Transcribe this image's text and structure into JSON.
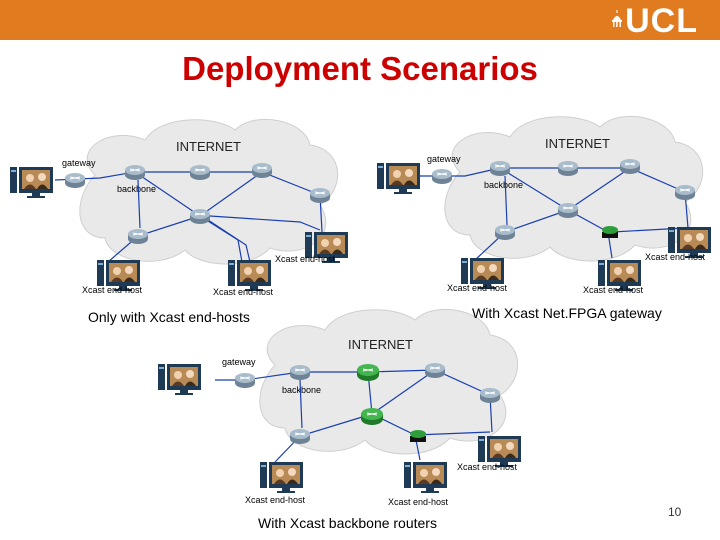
{
  "header": {
    "logo": "UCL"
  },
  "title": "Deployment Scenarios",
  "scenarios": [
    {
      "caption": "Only with Xcast end-hosts",
      "cloud_label": "INTERNET",
      "gateway_label": "gateway",
      "backbone_label": "backbone",
      "host_labels": [
        "Xcast end-host",
        "Xcast end-host",
        "Xcast end-host"
      ]
    },
    {
      "caption": "With Xcast Net.FPGA gateway",
      "cloud_label": "INTERNET",
      "gateway_label": "gateway",
      "backbone_label": "backbone",
      "host_labels": [
        "Xcast end-host",
        "Xcast end-host",
        "Xcast end-host"
      ]
    },
    {
      "caption": "With Xcast backbone routers",
      "cloud_label": "INTERNET",
      "gateway_label": "gateway",
      "backbone_label": "backbone",
      "host_labels": [
        "Xcast end-host",
        "Xcast end-host",
        "Xcast end-host"
      ]
    }
  ],
  "page_number": "10",
  "colors": {
    "header": "#e07b1f",
    "title": "#cc0000",
    "links": "#1a3fb0",
    "router": "#8fa6b8",
    "xcast_router": "#2e9e3a"
  }
}
